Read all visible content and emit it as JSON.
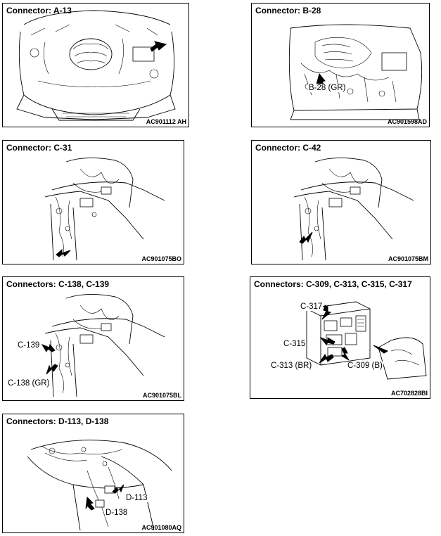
{
  "panels": [
    {
      "title_prefix": "Connector:",
      "title_value": "A-13",
      "code": "AC901112 AH",
      "labels": []
    },
    {
      "title_prefix": "Connector:",
      "title_value": "B-28",
      "code": "AC901598AD",
      "labels": [
        "B-28 (GR)"
      ]
    },
    {
      "title_prefix": "Connector:",
      "title_value": "C-31",
      "code": "AC901075BO",
      "labels": []
    },
    {
      "title_prefix": "Connector:",
      "title_value": "C-42",
      "code": "AC901075BM",
      "labels": []
    },
    {
      "title_prefix": "Connectors:",
      "title_value": "C-138, C-139",
      "code": "AC901075BL",
      "labels": [
        "C-139",
        "C-138 (GR)"
      ]
    },
    {
      "title_prefix": "Connectors:",
      "title_value": "C-309, C-313, C-315, C-317",
      "code": "AC702828BI",
      "labels": [
        "C-317",
        "C-315",
        "C-313 (BR)",
        "C-309 (B)"
      ]
    },
    {
      "title_prefix": "Connectors:",
      "title_value": "D-113, D-138",
      "code": "AC901080AQ",
      "labels": [
        "D-113",
        "D-138"
      ]
    }
  ]
}
